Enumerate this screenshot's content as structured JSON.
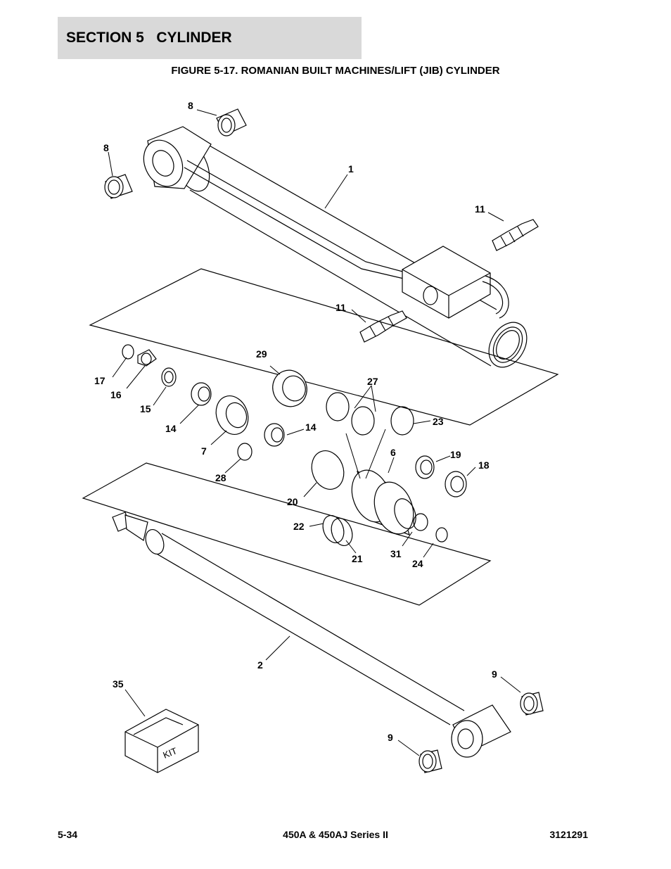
{
  "header": {
    "section_title": "SECTION 5   CYLINDER",
    "figure_title": "FIGURE 5-17. ROMANIAN BUILT MACHINES/LIFT (JIB) CYLINDER"
  },
  "callouts": {
    "c8a": "8",
    "c8b": "8",
    "c1": "1",
    "c11a": "11",
    "c11b": "11",
    "c29": "29",
    "c27": "27",
    "c17": "17",
    "c16": "16",
    "c15": "15",
    "c14a": "14",
    "c14b": "14",
    "c7": "7",
    "c28": "28",
    "c23": "23",
    "c6": "6",
    "c19": "19",
    "c18": "18",
    "c20": "20",
    "c22": "22",
    "c21": "21",
    "c31": "31",
    "c24": "24",
    "c2": "2",
    "c9a": "9",
    "c9b": "9",
    "c35": "35"
  },
  "kit_label": "KIT",
  "footer": {
    "page_number": "5-34",
    "model": "450A & 450AJ Series II",
    "document_number": "3121291"
  }
}
